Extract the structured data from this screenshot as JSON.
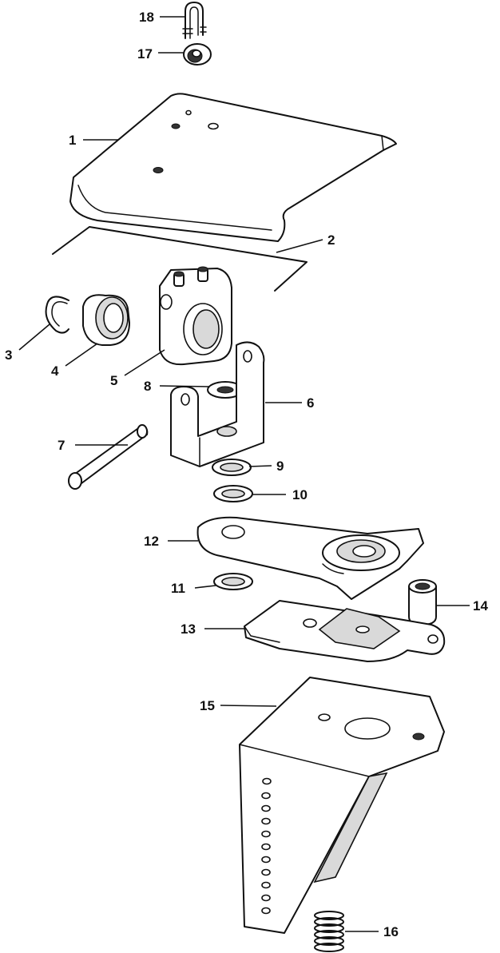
{
  "diagram": {
    "callouts": [
      {
        "id": "c18",
        "number": "18"
      },
      {
        "id": "c17",
        "number": "17"
      },
      {
        "id": "c1",
        "number": "1"
      },
      {
        "id": "c2",
        "number": "2"
      },
      {
        "id": "c3",
        "number": "3"
      },
      {
        "id": "c4",
        "number": "4"
      },
      {
        "id": "c5",
        "number": "5"
      },
      {
        "id": "c8",
        "number": "8"
      },
      {
        "id": "c6",
        "number": "6"
      },
      {
        "id": "c7",
        "number": "7"
      },
      {
        "id": "c9",
        "number": "9"
      },
      {
        "id": "c10",
        "number": "10"
      },
      {
        "id": "c12",
        "number": "12"
      },
      {
        "id": "c11",
        "number": "11"
      },
      {
        "id": "c14",
        "number": "14"
      },
      {
        "id": "c13",
        "number": "13"
      },
      {
        "id": "c15",
        "number": "15"
      },
      {
        "id": "c16",
        "number": "16"
      }
    ]
  }
}
